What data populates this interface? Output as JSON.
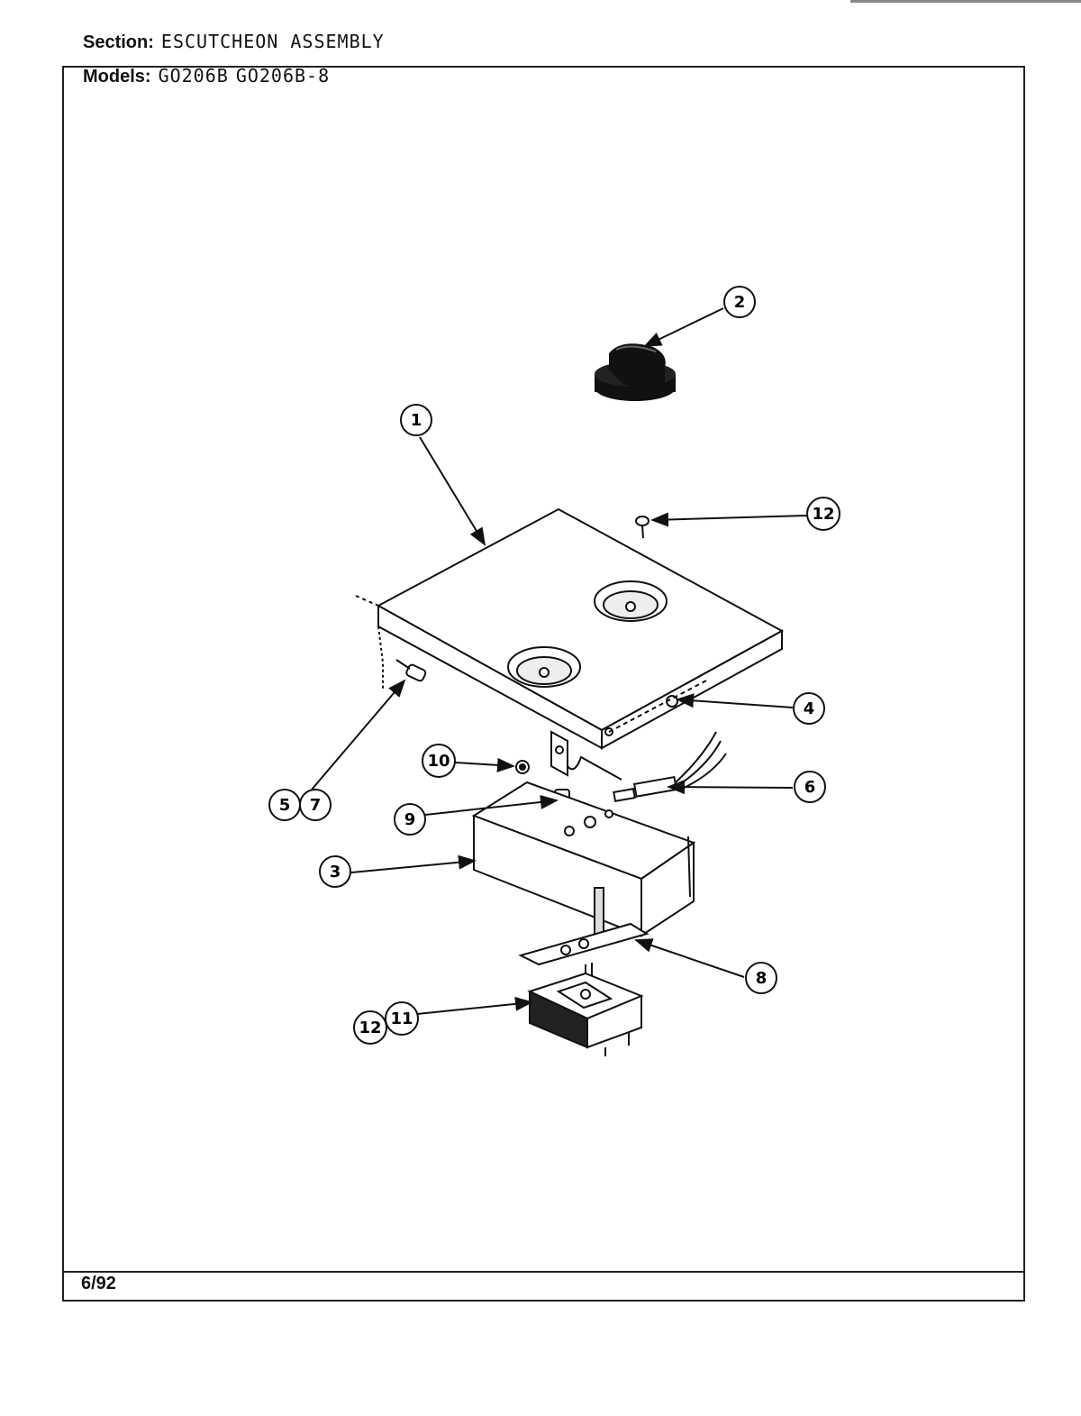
{
  "header": {
    "section_label": "Section:",
    "section_value": "ESCUTCHEON ASSEMBLY",
    "models_label": "Models:",
    "models": [
      "GO206B",
      "GO206B-8"
    ]
  },
  "footer": {
    "date": "6/92"
  },
  "callouts": {
    "c1": "1",
    "c2": "2",
    "c3": "3",
    "c4": "4",
    "c5": "5",
    "c7": "7",
    "c6": "6",
    "c8": "8",
    "c9": "9",
    "c10": "10",
    "c11": "11",
    "c12a": "12",
    "c12b": "12"
  }
}
